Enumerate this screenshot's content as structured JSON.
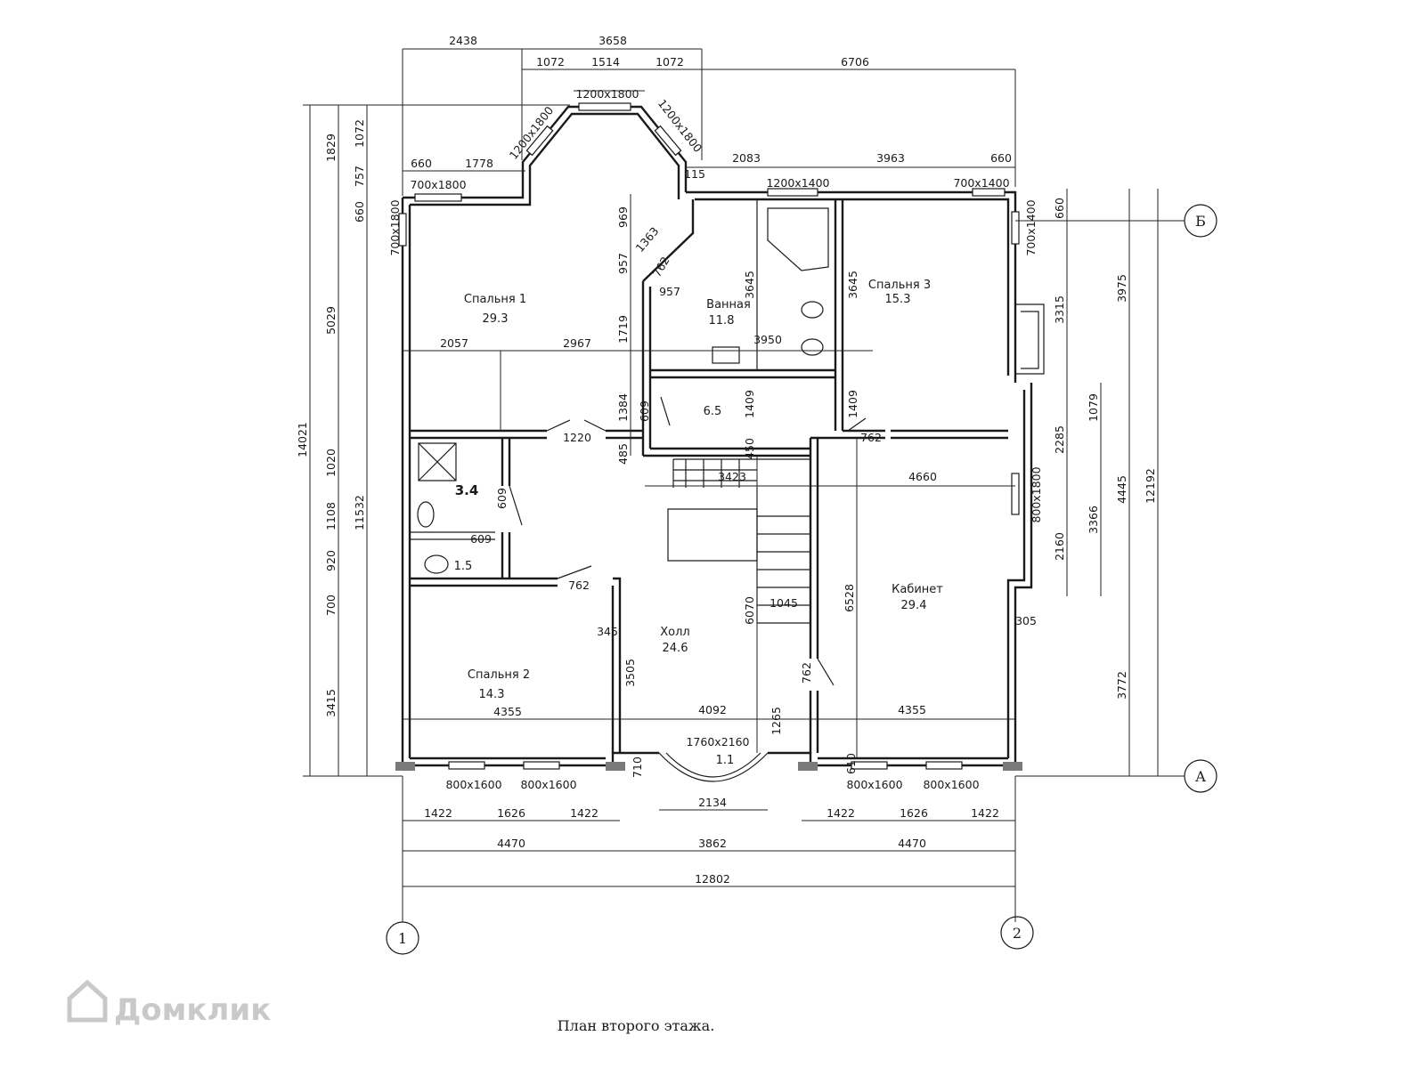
{
  "title": "План второго этажа.",
  "watermark": "Домклик",
  "rooms": [
    {
      "name": "Спальня 1",
      "area": "29.3"
    },
    {
      "name": "Ванная",
      "area": "11.8"
    },
    {
      "name": "Спальня 3",
      "area": "15.3"
    },
    {
      "name": "",
      "area": "6.5"
    },
    {
      "name": "",
      "area": "3.4"
    },
    {
      "name": "",
      "area": "1.5"
    },
    {
      "name": "Спальня 2",
      "area": "14.3"
    },
    {
      "name": "Холл",
      "area": "24.6"
    },
    {
      "name": "Кабинет",
      "area": "29.4"
    },
    {
      "name": "",
      "area": "1.1"
    }
  ],
  "axes": [
    "1",
    "2",
    "А",
    "Б"
  ],
  "top_dims": [
    "2438",
    "3658",
    "1072",
    "1514",
    "1072",
    "6706",
    "1200x1800",
    "1200x1800",
    "1200x1800",
    "660",
    "1778",
    "700x1800",
    "115",
    "2083",
    "3963",
    "660",
    "1200x1400",
    "700x1400"
  ],
  "left_dims": [
    "14021",
    "1829",
    "1072",
    "757",
    "660",
    "5029",
    "1020",
    "1108",
    "11532",
    "920",
    "700",
    "3415",
    "700x1800"
  ],
  "right_dims": [
    "700x1400",
    "660",
    "3315",
    "3975",
    "1079",
    "2285",
    "4445",
    "12192",
    "3366",
    "2160",
    "800x1800",
    "3772",
    "305"
  ],
  "bottom_dims": [
    "800x1600",
    "800x1600",
    "1422",
    "1626",
    "1422",
    "4470",
    "3862",
    "4470",
    "12802",
    "2134",
    "1760x2160",
    "710",
    "610",
    "800x1600",
    "800x1600",
    "1422",
    "1626",
    "1422"
  ],
  "interior_dims": [
    "969",
    "1363",
    "957",
    "762",
    "957",
    "1719",
    "3645",
    "3645",
    "2057",
    "2967",
    "3950",
    "1384",
    "609",
    "1409",
    "1409",
    "1220",
    "762",
    "485",
    "450",
    "3423",
    "4660",
    "609",
    "609",
    "762",
    "6070",
    "6528",
    "1045",
    "345",
    "3505",
    "762",
    "4355",
    "4092",
    "4355",
    "1265"
  ]
}
